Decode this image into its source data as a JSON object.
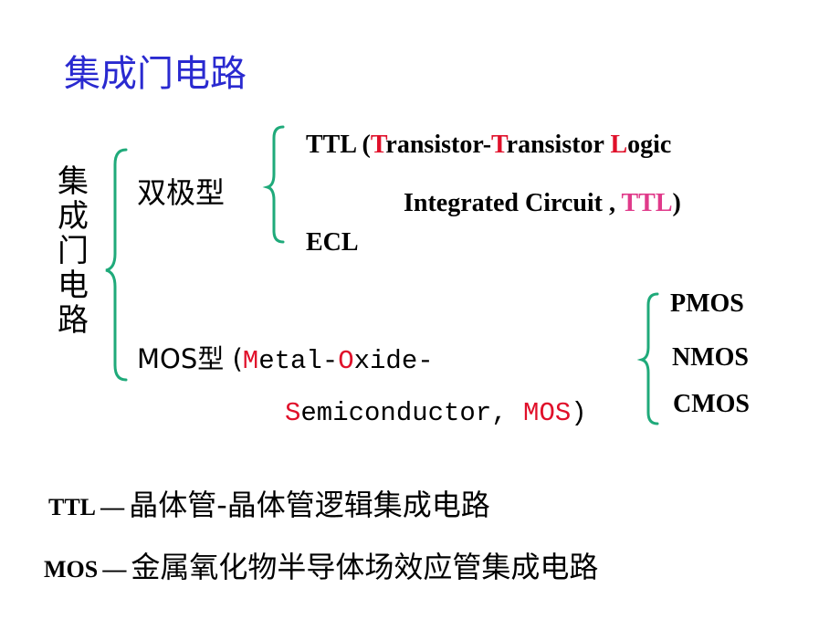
{
  "title": "集成门电路",
  "vertical_label": [
    "集",
    "成",
    "门",
    "电",
    "路"
  ],
  "bipolar": {
    "label": "双极型",
    "ttl_line1": {
      "pre": "TTL (",
      "t1": "T",
      "mid1": "ransistor-",
      "t2": "T",
      "mid2": "ransistor ",
      "l": "L",
      "post": "ogic"
    },
    "ttl_line2": {
      "pre": "Integrated Circuit , ",
      "abbr": "TTL",
      "post": ")"
    },
    "ecl": "ECL"
  },
  "mos": {
    "label_pre": "MOS型 (",
    "line1": {
      "m": "M",
      "a": "etal-",
      "o": "O",
      "b": "xide-"
    },
    "line2": {
      "s": "S",
      "a": "emiconductor, ",
      "abbr": "MOS",
      "post": ")"
    },
    "types": [
      "PMOS",
      "NMOS",
      "CMOS"
    ]
  },
  "definitions": [
    {
      "abbr": "TTL",
      "dash": "—",
      "text": "晶体管-晶体管逻辑集成电路"
    },
    {
      "abbr": "MOS",
      "dash": "—",
      "text": "金属氧化物半导体场效应管集成电路"
    }
  ],
  "colors": {
    "title": "#2a2ad0",
    "accent_red": "#e0102a",
    "brace": "#1faa7a"
  }
}
